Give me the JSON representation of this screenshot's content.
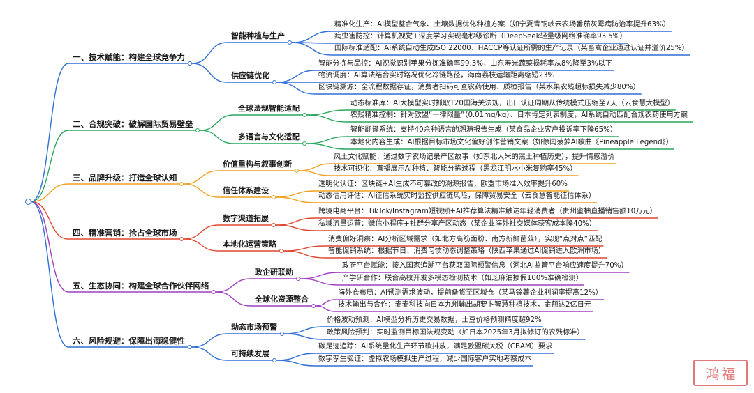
{
  "colors": {
    "root": "#2f6fd6",
    "branches": [
      "#2f6fd6",
      "#27a85c",
      "#f0a020",
      "#e0472f",
      "#a040c0",
      "#2f6fd6"
    ]
  },
  "mindmap": {
    "branches": [
      {
        "label": "一、技术赋能：构建全球竞争力",
        "subs": [
          {
            "label": "智能种植与生产",
            "leaves": [
              "精准化生产：AI模型整合气象、土壤数据优化种植方案（如宁夏青铜峡云农场番茄灰霉病防治率提升63%）",
              "病虫害防控：计算机视觉+深度学习实现毫秒级诊断（DeepSeek轻量级网络准确率93.5%）",
              "国际标准适配：AI系统自动生成ISO 22000、HACCP等认证所需的生产记录（某畜禽企业通过认证并溢价25%）"
            ]
          },
          {
            "label": "供应链优化",
            "leaves": [
              "智能分拣与品控：AI视觉识别苹果分拣准确率99.3%，山东寿光蔬菜损耗率从8%降至3%以下",
              "物流调度：AI算法结合实时路况优化冷链路径，海南荔枝运输距离缩短23%",
              "区块链溯源：全流程数据存证，消费者扫码可查农药使用、质检报告（某水果农残超标损失减少80%）"
            ]
          }
        ]
      },
      {
        "label": "二、合规突破：破解国际贸易壁垒",
        "subs": [
          {
            "label": "全球法规智能适配",
            "leaves": [
              "动态标准库：AI大模型实时抓取120国海关法规，出口认证周期从传统模式压缩至7天（云食慧大模型）",
              "农残精准控制：针对欧盟“一律限量”（0.01mg/kg）、日本肯定列表制度，AI系统自动匹配合规农药使用方案"
            ]
          },
          {
            "label": "多语言与文化适配",
            "leaves": [
              "智能翻译系统：支持40余种语言的溯源报告生成（某食品企业客户投诉率下降65%）",
              "本地化内容生成：AI根据目标市场文化偏好创作营销文案（如徐闻菠萝AI歌曲《Pineapple Legend》）"
            ]
          }
        ]
      },
      {
        "label": "三、品牌升级：打造全球认知",
        "subs": [
          {
            "label": "价值重构与叙事创新",
            "leaves": [
              "风土文化赋能：通过数字农场记录产区故事（如东北大米的黑土种植历史），提升情感溢价",
              "技术可视化：直播展示AI种植、智能分拣过程（黑龙江明水小米复购率45%）"
            ]
          },
          {
            "label": "信任体系建设",
            "leaves": [
              "透明化认证：区块链+AI生成不可篡改的溯源报告，欧盟市场准入效率提升60%",
              "动态信用评估：AI征信系统实时监控供应链风险，保障贸易安全（云食慧智能征信体系）"
            ]
          }
        ]
      },
      {
        "label": "四、精准营销：抢占全球市场",
        "subs": [
          {
            "label": "数字渠道拓展",
            "leaves": [
              "跨境电商平台：TikTok/Instagram短视频+AI推荐算法精准触达年轻消费者（贵州蜜柚直播销售额10万元）",
              "私域流量运营：微信小程序+社群分享产区动态（某企业海外社交媒体获客成本降40%）"
            ]
          },
          {
            "label": "本地化运营策略",
            "leaves": [
              "消费偏好洞察：AI分析区域需求（如北方高筋面粉、南方新鲜菌菇），实现“点对点”匹配",
              "智能促销系统：根据节日、消费习惯动态调整策略（陕西苹果通过AI促销进入欧洲市场）"
            ]
          }
        ]
      },
      {
        "label": "五、生态协同：构建全球合作伙伴网络",
        "subs": [
          {
            "label": "政企研联动",
            "leaves": [
              "政府平台赋能：接入国家追溯平台获取国际预警信息（河北AI监管平台响应速度提升70%）",
              "产学研合作：联合高校开发多模态检测技术（如芝麻油掺假100%准确检测）"
            ]
          },
          {
            "label": "全球化资源整合",
            "leaves": [
              "海外仓布局：AI预测需求波动，提前备货至区域仓（某马铃薯企业利润率提高12%）",
              "技术输出与合作：麦麦科技向日本九州输出胡萝卜智慧种植技术，金额达2亿日元"
            ]
          }
        ]
      },
      {
        "label": "六、风险规避：保障出海稳健性",
        "subs": [
          {
            "label": "动态市场预警",
            "leaves": [
              "价格波动预测：AI模型分析历史交易数据，土豆价格预测精度超92%",
              "政策风险预判：实时监测目标国法规变动（如日本2025年3月拟修订的农残标准）"
            ]
          },
          {
            "label": "可持续发展",
            "leaves": [
              "碳足迹追踪：AI系统量化生产环节碳排放，满足欧盟碳关税（CBAM）要求",
              "数字孪生验证：虚拟农场模拟生产过程，减少国际客户实地考察成本"
            ]
          }
        ]
      }
    ]
  },
  "watermark": {
    "chars": [
      "鸿",
      "福"
    ]
  }
}
